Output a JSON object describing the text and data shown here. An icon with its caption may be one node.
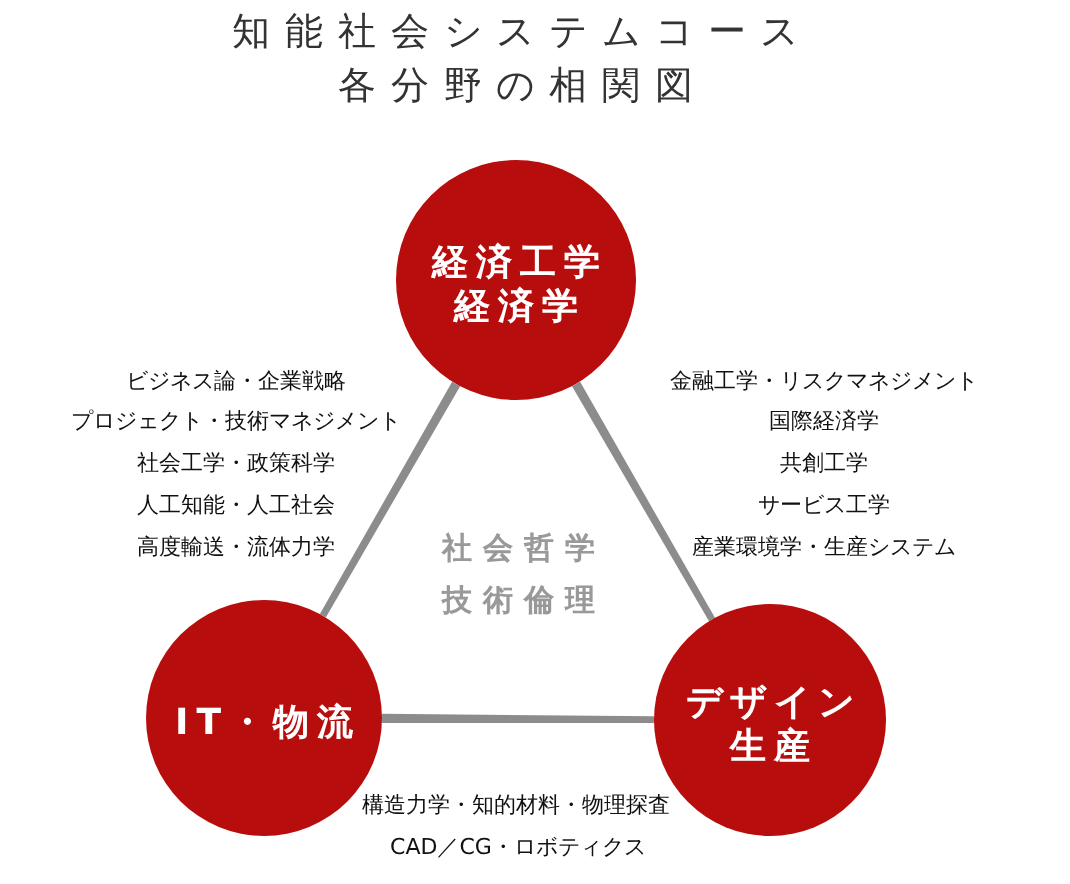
{
  "diagram": {
    "title": "知能社会システムコース各分野の相関図",
    "nodes": [
      {
        "text": [
          "経済工学",
          "経済学"
        ]
      },
      {
        "text": [
          "IT・物流"
        ]
      },
      {
        "text": [
          "デザイン",
          "生産"
        ]
      }
    ],
    "edges": [
      {
        "from": 0,
        "to": 1,
        "arrow": "none"
      },
      {
        "from": 0,
        "to": 2,
        "arrow": "none"
      },
      {
        "from": 1,
        "to": 2,
        "arrow": "none"
      }
    ],
    "labels": [
      "ビジネス論・企業戦略",
      "プロジェクト・技術マネジメント",
      "社会工学・政策科学",
      "人工知能・人工社会",
      "高度輸送・流体力学",
      "金融工学・リスクマネジメント",
      "国際経済学",
      "共創工学",
      "サービス工学",
      "産業環境学・生産システム",
      "社会哲学",
      "技術倫理",
      "構造力学・知的材料・物理探査",
      "CAD／CG・ロボティクス"
    ]
  }
}
